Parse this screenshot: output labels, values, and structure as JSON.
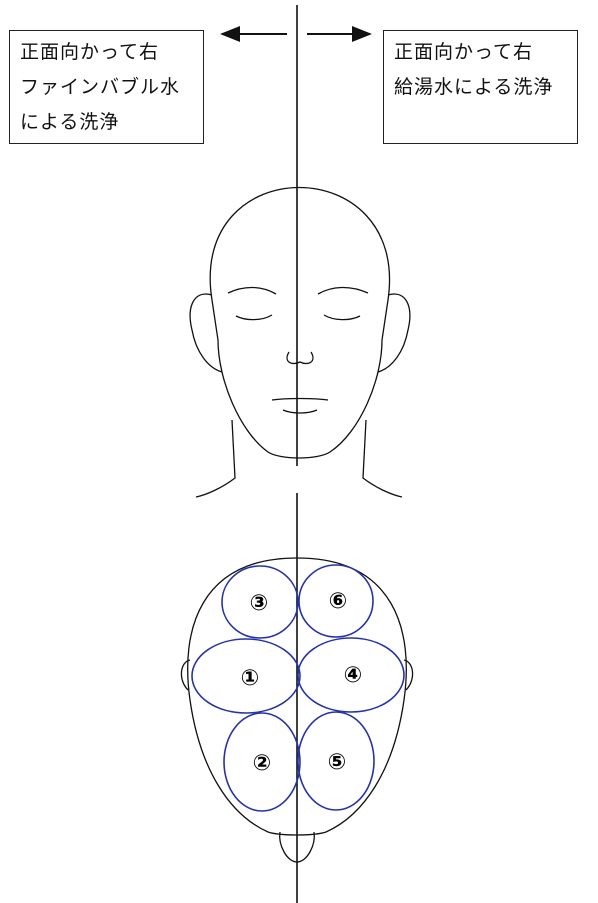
{
  "left_label": {
    "lines": [
      "正面向かって右",
      "ファインバブル水",
      "による洗浄"
    ]
  },
  "right_label": {
    "lines": [
      "正面向かって右",
      "給湯水による洗浄"
    ]
  },
  "regions": [
    {
      "id": "1",
      "label": "①",
      "side": "left"
    },
    {
      "id": "2",
      "label": "②",
      "side": "left"
    },
    {
      "id": "3",
      "label": "③",
      "side": "left"
    },
    {
      "id": "4",
      "label": "④",
      "side": "right"
    },
    {
      "id": "5",
      "label": "⑤",
      "side": "right"
    },
    {
      "id": "6",
      "label": "⑥",
      "side": "right"
    }
  ],
  "colors": {
    "region_outline": "#2633a8",
    "line": "#111111"
  }
}
